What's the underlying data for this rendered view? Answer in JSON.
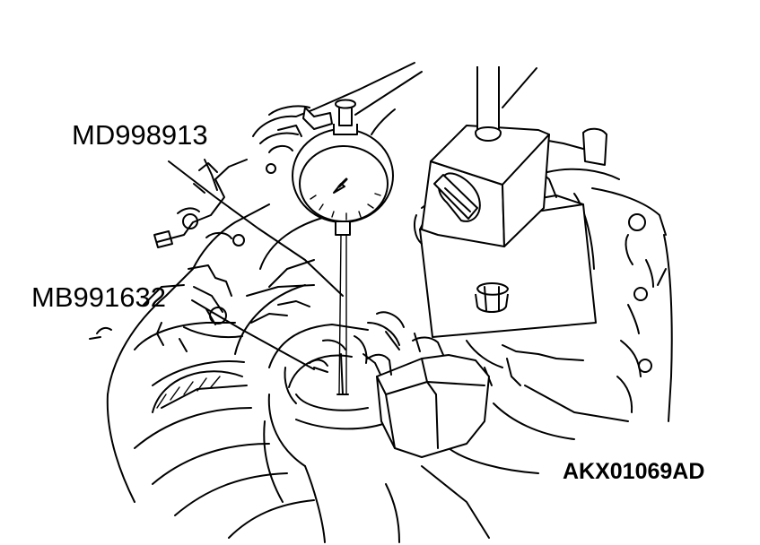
{
  "callouts": {
    "dial_gauge_tool": "MD998913",
    "shaft_tool": "MB991632"
  },
  "figure_code": "AKX01069AD"
}
